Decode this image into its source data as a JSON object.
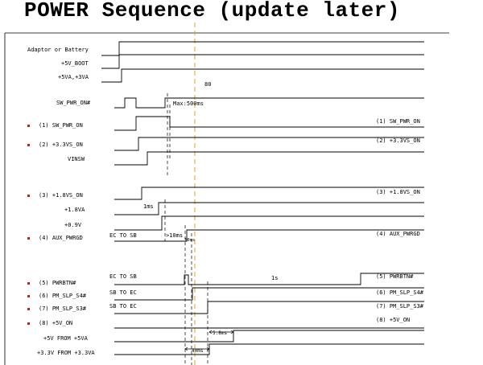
{
  "title": "POWER Sequence (update later)",
  "colors": {
    "bullet": "#c0202a",
    "cursor": "#e0a020"
  },
  "signals": {
    "adaptor": "Adaptor or Battery",
    "v5_boot": "+5V_BOOT",
    "v5va_3va": "+5VA,+3VA",
    "sw_pwr_on_n": "SW_PWR_ON#",
    "sw_pwr_on": "(1) SW_PWR_ON",
    "v33vs_on": "(2) +3.3VS_ON",
    "vinsw": "VINSW",
    "v18vs_on": "(3) +1.8VS_ON",
    "v18va": "+1.8VA",
    "v09v": "+0.9V",
    "aux_pwrgd": "(4) AUX_PWRGD",
    "pwrbtn_n": "(5) PWRBTN#",
    "pm_slp_s4": "(6) PM_SLP_S4#",
    "pm_slp_s3": "(7) PM_SLP_S3#",
    "v5v_on": "(8) +5V_ON",
    "v5v_from_5va": "+5V FROM +5VA",
    "v33v_from_33va": "+3.3V FROM +3.3VA"
  },
  "right_labels": {
    "sw_pwr_on": "(1) SW_PWR_ON",
    "v33vs_on": "(2) +3.3VS_ON",
    "v18vs_on": "(3) +1.8VS_ON",
    "aux_pwrgd": "(4) AUX_PWRGD",
    "pwrbtn_n": "(5) PWRBTN#",
    "pm_slp_s4": "(6) PM_SLP_S4#",
    "pm_slp_s3": "(7) PM_SLP_S3#",
    "v5v_on": "(8) +5V_ON"
  },
  "annotations": {
    "marker_80": "80",
    "max_500ms": "Max:500ms",
    "t_1ms": "1ms",
    "ec_to_sb_1": "EC TO SB",
    "gt_10ms": ">10ms",
    "t_10ms": "10ms",
    "ec_to_sb_2": "EC TO SB",
    "t_1s": "1s",
    "sb_to_ec_1": "SB TO EC",
    "sb_to_ec_2": "SB TO EC",
    "t_5_8ms": "5.8ms",
    "t_40ms": "40ms"
  }
}
